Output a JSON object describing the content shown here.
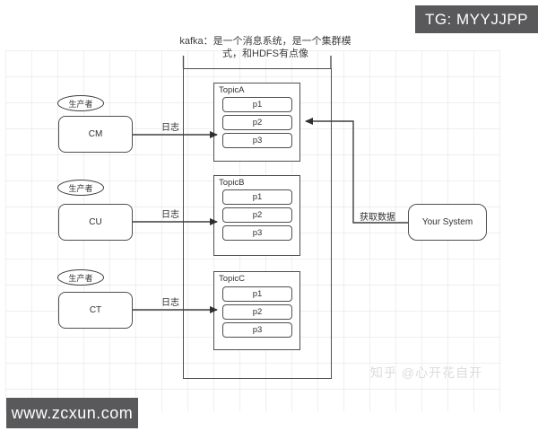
{
  "banners": {
    "top_right": "TG: MYYJJPP",
    "bottom_left": "www.zcxun.com"
  },
  "title": {
    "line1": "kafka：是一个消息系统，是一个集群模",
    "line2": "式，和HDFS有点像"
  },
  "producers": [
    {
      "role": "生产者",
      "name": "CM",
      "edge_label": "日志"
    },
    {
      "role": "生产者",
      "name": "CU",
      "edge_label": "日志"
    },
    {
      "role": "生产者",
      "name": "CT",
      "edge_label": "日志"
    }
  ],
  "topics": [
    {
      "name": "TopicA",
      "partitions": [
        "p1",
        "p2",
        "p3"
      ]
    },
    {
      "name": "TopicB",
      "partitions": [
        "p1",
        "p2",
        "p3"
      ]
    },
    {
      "name": "TopicC",
      "partitions": [
        "p1",
        "p2",
        "p3"
      ]
    }
  ],
  "consumer": {
    "name": "Your System",
    "edge_label": "获取数据"
  },
  "watermark": "知乎 @心开花自开",
  "colors": {
    "banner_bg": "#59595b",
    "line": "#3f3f3f",
    "watermark_text": "#dcdcdc"
  }
}
